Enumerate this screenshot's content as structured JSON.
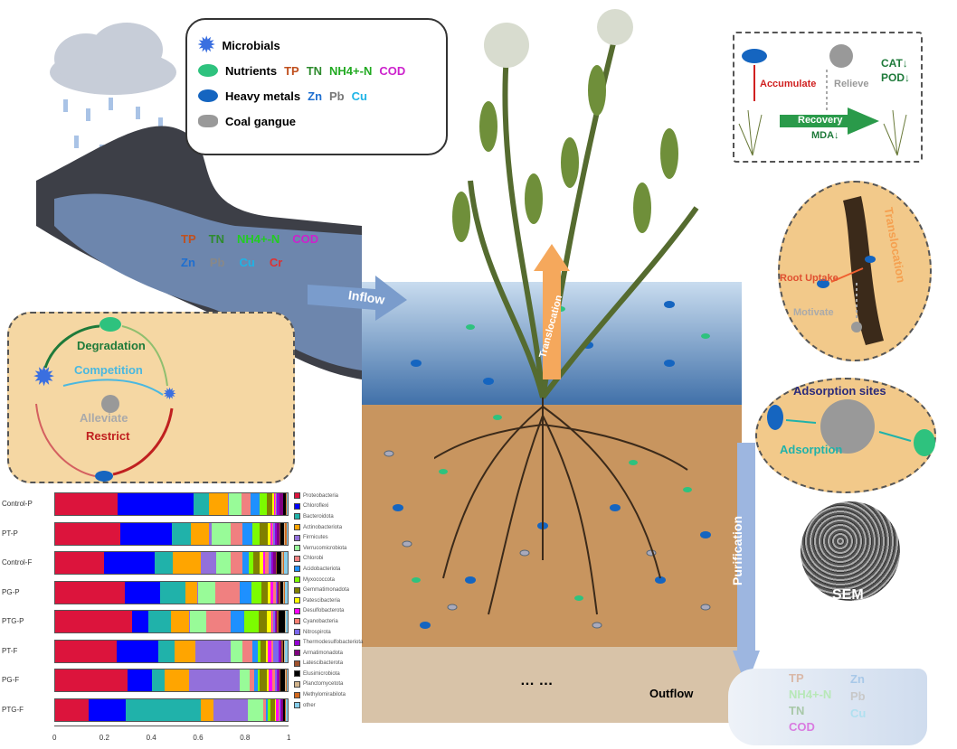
{
  "legend": {
    "title": "Microbials",
    "nutrients_label": "Nutrients",
    "nutrients": [
      "TP",
      "TN",
      "NH4+-N",
      "COD"
    ],
    "metals_label": "Heavy metals",
    "metals": [
      "Zn",
      "Pb",
      "Cu"
    ],
    "gangue_label": "Coal gangue"
  },
  "road": {
    "row1": [
      "TP",
      "TN",
      "NH4+-N",
      "COD"
    ],
    "row2": [
      "Zn",
      "Pb",
      "Cu",
      "Cr"
    ]
  },
  "labels": {
    "inflow": "Inflow",
    "translocation": "Translocation",
    "purification": "Purification",
    "outflow": "Outflow",
    "dots": "… …",
    "sem": "SEM"
  },
  "left_box": {
    "degradation": "Degradation",
    "competition": "Competition",
    "alleviate": "Alleviate",
    "restrict": "Restrict"
  },
  "top_right": {
    "accumulate": "Accumulate",
    "relieve": "Relieve",
    "cat": "CAT↓",
    "pod": "POD↓",
    "recovery": "Recovery",
    "mda": "MDA↓"
  },
  "root_circle": {
    "translocation": "Translocation",
    "root_uptake": "Root Uptake",
    "motivate": "Motivate"
  },
  "adsorption": {
    "sites": "Adsorption sites",
    "adsorption": "Adsorption"
  },
  "outflow_water": {
    "left": [
      "TP",
      "NH4+-N",
      "TN",
      "COD"
    ],
    "right": [
      "Zn",
      "Pb",
      "Cu"
    ]
  },
  "colors": {
    "TP": "#c0501e",
    "TN": "#2e8b2e",
    "NH4": "#22cc22",
    "COD": "#cc22cc",
    "Zn": "#1e6fd0",
    "Pb": "#777777",
    "Cu": "#1eb4e6",
    "Cr": "#e03030"
  },
  "chart_data": {
    "type": "bar",
    "orientation": "horizontal",
    "stacked": true,
    "xlim": [
      0,
      1
    ],
    "xticks": [
      "0",
      "0.2",
      "0.4",
      "0.6",
      "0.8",
      "1"
    ],
    "categories": [
      "Control-P",
      "PT-P",
      "Control-F",
      "PG-P",
      "PTG-P",
      "PT-F",
      "PG-F",
      "PTG-F"
    ],
    "phyla": [
      "Proteobacteria",
      "Chloroflexi",
      "Bacteroidota",
      "Actinobacteriota",
      "Firmicutes",
      "Verrucomicrobiota",
      "Chlorobi",
      "Acidobacteriota",
      "Myxococcota",
      "Gemmatimonadota",
      "Patescibacteria",
      "Desulfobacterota",
      "Cyanobacteria",
      "Nitrospirota",
      "Thermodesulfobacteriota",
      "Armatimonadota",
      "Latescibacterota",
      "Elusimicrobiota",
      "Planctomycetota",
      "Methylomirabilota",
      "other"
    ],
    "colors": [
      "#dc143c",
      "#0000ff",
      "#20b2aa",
      "#ffa500",
      "#9370db",
      "#98fb98",
      "#f08080",
      "#1e90ff",
      "#7cfc00",
      "#808000",
      "#ffff00",
      "#ff00ff",
      "#fa8072",
      "#7b68ee",
      "#9400d3",
      "#800080",
      "#a0522d",
      "#000000",
      "#d2b48c",
      "#d2691e",
      "#87ceeb"
    ],
    "values": [
      [
        0.27,
        0.33,
        0.07,
        0.08,
        0.005,
        0.055,
        0.04,
        0.04,
        0.03,
        0.023,
        0.007,
        0.005,
        0.005,
        0.005,
        0.01,
        0.015,
        0.002,
        0.01,
        0.002,
        0.002,
        0.004
      ],
      [
        0.28,
        0.22,
        0.08,
        0.08,
        0.01,
        0.08,
        0.05,
        0.045,
        0.03,
        0.035,
        0.01,
        0.01,
        0.005,
        0.005,
        0.01,
        0.01,
        0.005,
        0.015,
        0.005,
        0.005,
        0.005
      ],
      [
        0.21,
        0.215,
        0.08,
        0.12,
        0.065,
        0.06,
        0.05,
        0.03,
        0.02,
        0.025,
        0.015,
        0.01,
        0.015,
        0.01,
        0.01,
        0.01,
        0.005,
        0.02,
        0.005,
        0.005,
        0.015
      ],
      [
        0.3,
        0.15,
        0.11,
        0.05,
        0.003,
        0.075,
        0.105,
        0.05,
        0.045,
        0.025,
        0.015,
        0.01,
        0.01,
        0.005,
        0.005,
        0.005,
        0.005,
        0.012,
        0.005,
        0.005,
        0.01
      ],
      [
        0.33,
        0.07,
        0.1,
        0.075,
        0.005,
        0.07,
        0.105,
        0.06,
        0.06,
        0.035,
        0.02,
        0.005,
        0.005,
        0.005,
        0.005,
        0.005,
        0.005,
        0.03,
        0.002,
        0.002,
        0.006
      ],
      [
        0.265,
        0.18,
        0.07,
        0.09,
        0.15,
        0.05,
        0.045,
        0.02,
        0.015,
        0.02,
        0.01,
        0.015,
        0.01,
        0.02,
        0.01,
        0.005,
        0.005,
        0.005,
        0.002,
        0.003,
        0.01
      ],
      [
        0.31,
        0.105,
        0.055,
        0.105,
        0.22,
        0.04,
        0.02,
        0.015,
        0.01,
        0.03,
        0.01,
        0.015,
        0.01,
        0.01,
        0.005,
        0.005,
        0.005,
        0.02,
        0.002,
        0.003,
        0.005
      ],
      [
        0.145,
        0.16,
        0.32,
        0.055,
        0.15,
        0.065,
        0.01,
        0.01,
        0.01,
        0.02,
        0.005,
        0.01,
        0.005,
        0.005,
        0.005,
        0.005,
        0.002,
        0.005,
        0.002,
        0.002,
        0.009
      ]
    ]
  }
}
